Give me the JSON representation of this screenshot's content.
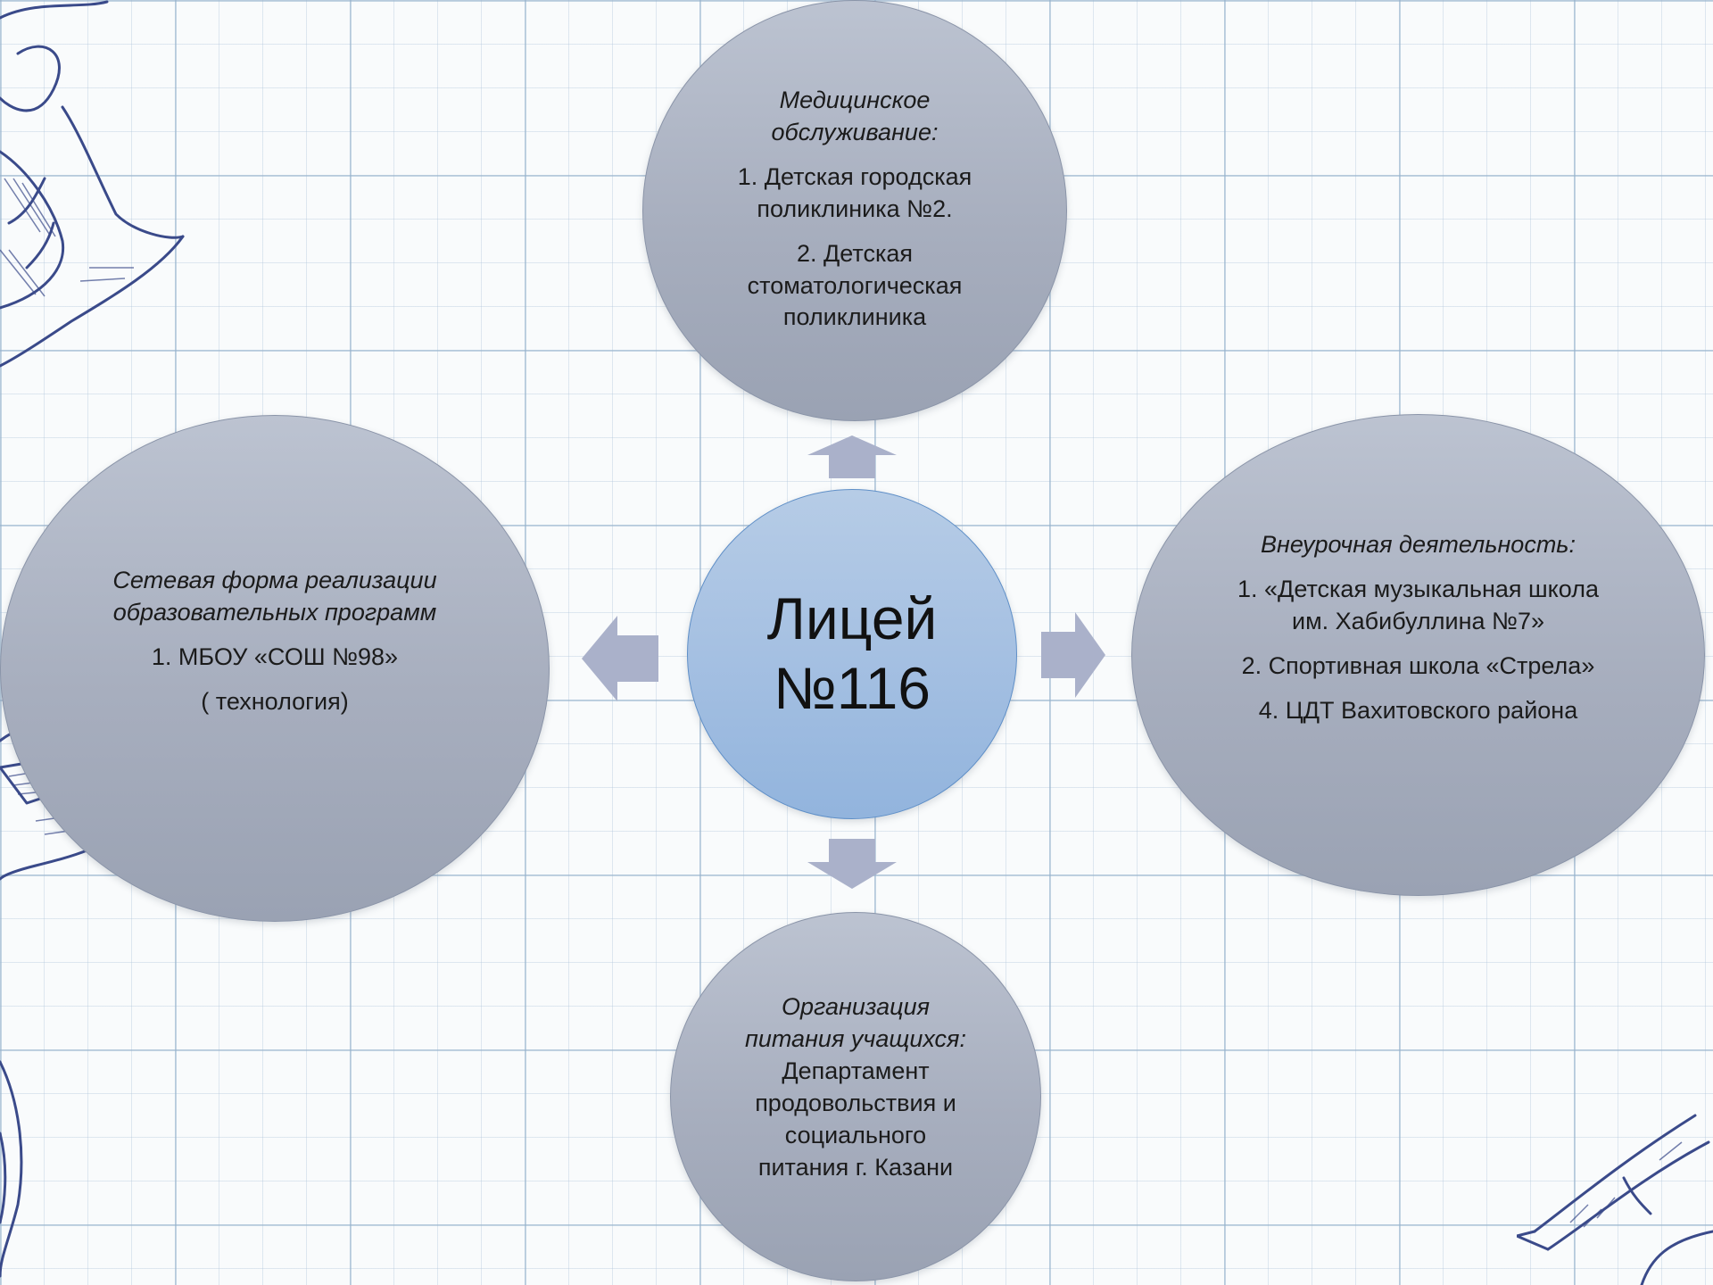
{
  "diagram": {
    "center": {
      "line1": "Лицей",
      "line2": "№116"
    },
    "nodes": {
      "medical": {
        "heading1": "Медицинское",
        "heading2": "обслуживание:",
        "item1_line1": "1. Детская городская",
        "item1_line2": "поликлиника №2.",
        "item2_line1": "2. Детская",
        "item2_line2": "стоматологическая",
        "item2_line3": "поликлиника"
      },
      "network": {
        "heading1": "Сетевая форма реализации",
        "heading2": "образовательных программ",
        "item1": "1. МБОУ «СОШ №98»",
        "item1_note": "( технология)"
      },
      "extracurricular": {
        "heading": "Внеурочная деятельность:",
        "item1_line1": "1. «Детская музыкальная школа",
        "item1_line2": "им. Хабибуллина №7»",
        "item2": "2. Спортивная школа «Стрела»",
        "item3": "4. ЦДТ Вахитовского района"
      },
      "food": {
        "heading1": "Организация",
        "heading2": "питания учащихся:",
        "line1": "Департамент",
        "line2": "продовольствия и",
        "line3": "социального",
        "line4": "питания г. Казани"
      }
    },
    "arrows": [
      "up",
      "right",
      "down",
      "left"
    ]
  },
  "colors": {
    "center_fill": "#a5c0e2",
    "center_border": "#5f8fc7",
    "node_fill": "#a7aebe",
    "node_border": "#8a94a8",
    "arrow_fill": "#aab1ca",
    "grid_line": "#96b2cc",
    "background": "#f9fbfc",
    "sketch_ink": "#3a4a8a"
  }
}
